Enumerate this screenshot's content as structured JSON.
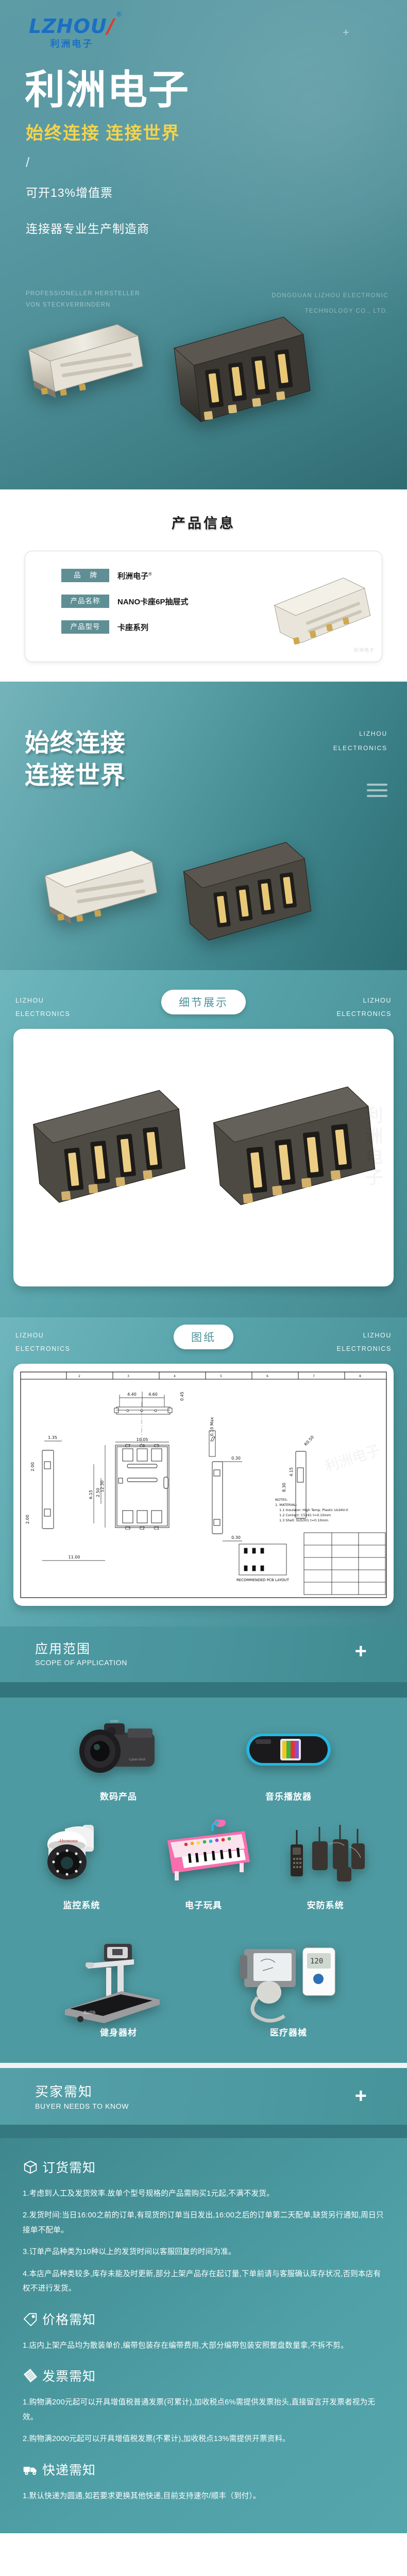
{
  "hero": {
    "logo_text": "LZHOU",
    "logo_slash": "/",
    "logo_reg": "®",
    "logo_cn": "利洲电子",
    "plus": "+",
    "title": "利洲电子",
    "slogan": "始终连接  连接世界",
    "slash": "/",
    "sub1": "可开13%增值票",
    "sub2": "连接器专业生产制造商",
    "german": "PROFESSIONELLER HERSTELLER VON STECKVERBINDERN",
    "company": "DONGGUAN LIZHOU ELECTRONIC TECHNOLOGY CO., LTD."
  },
  "product_info": {
    "title": "产品信息",
    "rows": [
      {
        "key": "品  牌",
        "value": "利洲电子",
        "sup": "®"
      },
      {
        "key": "产品名称",
        "value": "NANO卡座6P抽屉式",
        "sup": ""
      },
      {
        "key": "产品型号",
        "value": "卡座系列",
        "sup": ""
      }
    ],
    "watermark": "利洲电子"
  },
  "band": {
    "line1": "始终连接",
    "line2": "连接世界",
    "brand_line1": "LIZHOU",
    "brand_line2": "ELECTRONICS"
  },
  "detail_section": {
    "pill": "细节展示",
    "wm_left_1": "LIZHOU",
    "wm_left_2": "ELECTRONICS",
    "wm_right_1": "LIZHOU",
    "wm_right_2": "ELECTRONICS",
    "watermark": "利洲电子"
  },
  "drawing_section": {
    "pill": "图纸",
    "wm_left_1": "LIZHOU",
    "wm_left_2": "ELECTRONICS",
    "wm_right_1": "LIZHOU",
    "wm_right_2": "ELECTRONICS",
    "dims": {
      "d_4_40": "4.40",
      "d_4_60": "4.60",
      "d_0_45": "0.45",
      "d_1_35": "1.35",
      "d_2_00": "2.00",
      "d_10_05": "10.05",
      "d_12_30": "12.30",
      "d_6_15": "6.15",
      "d_2_50": "2.50",
      "d_0_30": "0.30",
      "d_0_10max": "0.10 Max",
      "d_8_30": "8.30",
      "d_4_15": "4.15",
      "d_11_00": "11.00",
      "d_r0_50": "R0.50"
    },
    "pins_top": [
      "C7",
      "C6",
      "C5"
    ],
    "pins_bottom": [
      "C3",
      "C2",
      "C1"
    ],
    "note_title": "NOTES:",
    "note_1": "1. MATERIAL:",
    "note_2": "1.1 Insulator: High Temp. Plastic UL94V-0",
    "note_3": "1.2 Contact: C5191 t=0.10mm",
    "note_4": "1.3 Shell: SUS301 t=0.10mm",
    "recommend": "RECOMMENDED PCB LAYOUT",
    "scale_marks": [
      "1",
      "2",
      "3",
      "4",
      "5",
      "6",
      "7",
      "8"
    ]
  },
  "scope": {
    "title_cn": "应用范围",
    "title_en": "SCOPE OF APPLICATION",
    "plus": "+",
    "items": [
      {
        "label": "数码产品",
        "icon": "camera-icon"
      },
      {
        "label": "音乐播放器",
        "icon": "music-player-icon"
      },
      {
        "label": "监控系统",
        "icon": "cctv-camera-icon"
      },
      {
        "label": "电子玩具",
        "icon": "toy-keyboard-icon"
      },
      {
        "label": "安防系统",
        "icon": "walkie-talkie-icon"
      },
      {
        "label": "健身器材",
        "icon": "treadmill-icon"
      },
      {
        "label": "医疗器械",
        "icon": "blood-pressure-monitor-icon"
      }
    ]
  },
  "buyer": {
    "title_cn": "买家需知",
    "title_en": "BUYER NEEDS TO KNOW",
    "plus": "+",
    "blocks": [
      {
        "icon": "package-box-icon",
        "heading": "订货需知",
        "paras": [
          "1.考虑到人工及发货效率.故单个型号规格的产品需购买1元起,不满不发货。",
          "2.发货时间:当日16:00之前的订单,有现货的订单当日发出,16:00之后的订单第二天配单,缺货另行通知,周日只接单不配单。",
          "3.订单产品种类为10种以上的发货时间以客服回复的时间为准。",
          "4.本店产品种类较多,库存未能及时更新,部分上架产品存在起订量,下单前请与客服确认库存状况,否则本店有权不进行发货。"
        ]
      },
      {
        "icon": "price-tag-icon",
        "heading": "价格需知",
        "paras": [
          "1.店内上架产品均为散装单价,编带包装存在编带费用,大部分编带包装安照整盘数量拿,不拆不剪。"
        ]
      },
      {
        "icon": "invoice-icon",
        "heading": "发票需知",
        "paras": [
          "1.购物满200元起可以开具增值税普通发票(可累计),加收税点6%需提供发票抬头,直接留言开发票者视为无效。",
          "2.购物满2000元起可以开具增值税发票(不累计),加收税点13%需提供开票资料。"
        ]
      },
      {
        "icon": "delivery-truck-icon",
        "heading": "快递需知",
        "paras": [
          "1.默认快递为圆通,如若要求更换其他快递,目前支持速尔/顺丰（到付）。"
        ]
      }
    ]
  },
  "colors": {
    "teal_light": "#6fb6bd",
    "teal_mid": "#4e9aa2",
    "teal_dark": "#2f6c72",
    "yellow": "#f6d34a",
    "logo_blue": "#1a6fc4",
    "logo_red": "#e8342c",
    "spec_key_bg": "#5f8f95"
  }
}
